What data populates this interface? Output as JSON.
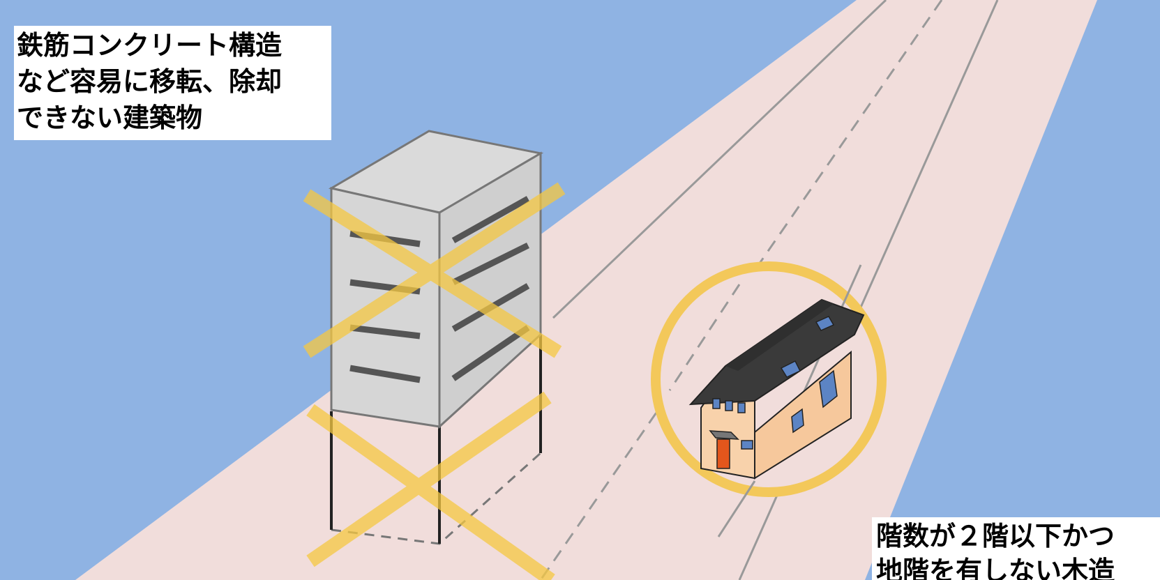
{
  "labels": {
    "top": {
      "lines": [
        "鉄筋コンクリート構造",
        "など容易に移転、除却",
        "できない建築物"
      ]
    },
    "bottom": {
      "lines": [
        "階数が２階以下かつ",
        "地階を有しない木造"
      ]
    }
  },
  "colors": {
    "sky": "#8fb3e3",
    "road": "#f1dddb",
    "building_front": "#d6d6d6",
    "building_side": "#cfcfcf",
    "building_top": "#dadada",
    "cross": "#f5c842",
    "circle": "#f3c85a",
    "house_wall": "#f6c89c",
    "house_roof": "#3a3a3a",
    "house_door": "#e3561c",
    "house_window": "#5c84c4"
  },
  "icons": {
    "prohibited": "x-mark",
    "permitted": "circle-mark"
  }
}
